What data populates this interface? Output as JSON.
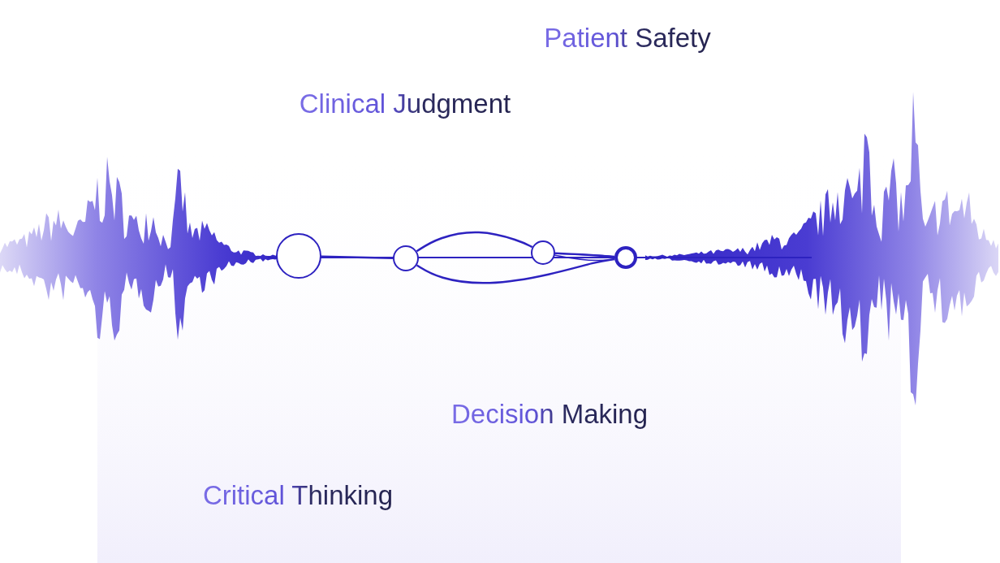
{
  "diagram": {
    "nodes": [
      {
        "text": [
          "Critical Thinking"
        ]
      },
      {
        "text": [
          "Clinical Judgment"
        ]
      },
      {
        "text": [
          "Decision Making"
        ]
      },
      {
        "text": [
          "Patient Safety"
        ]
      }
    ],
    "edges": [
      {
        "from": 0,
        "to": 1,
        "arrow": "none"
      },
      {
        "from": 1,
        "to": 2,
        "arrow": "none"
      },
      {
        "from": 1,
        "to": 3,
        "arrow": "none"
      },
      {
        "from": 2,
        "to": 3,
        "arrow": "none"
      }
    ]
  }
}
